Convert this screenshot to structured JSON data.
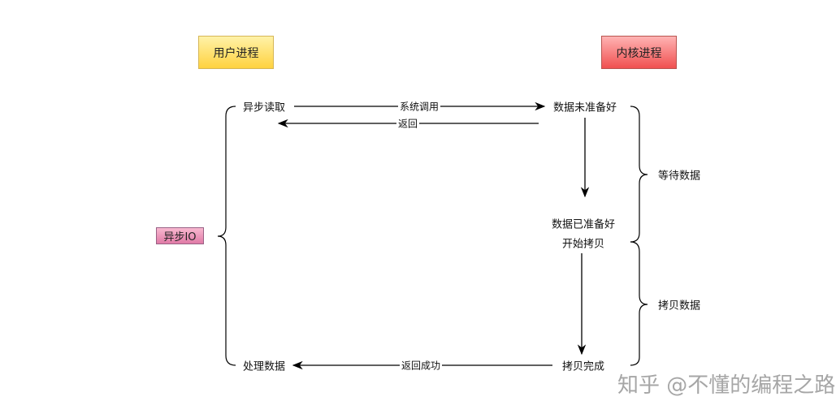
{
  "headers": {
    "user_process": "用户进程",
    "kernel_process": "内核进程"
  },
  "group_label": "异步IO",
  "user_steps": {
    "async_read": "异步读取",
    "process_data": "处理数据"
  },
  "kernel_steps": {
    "data_not_ready": "数据未准备好",
    "data_ready": "数据已准备好",
    "start_copy": "开始拷贝",
    "copy_done": "拷贝完成"
  },
  "arrows": {
    "syscall": "系统调用",
    "return": "返回",
    "return_success": "返回成功"
  },
  "phases": {
    "wait_data": "等待数据",
    "copy_data": "拷贝数据"
  },
  "watermark": "知乎 @不懂的编程之路",
  "colors": {
    "user_box": "#ffd966",
    "kernel_box": "#f08080",
    "io_box": "#e68bb0"
  }
}
